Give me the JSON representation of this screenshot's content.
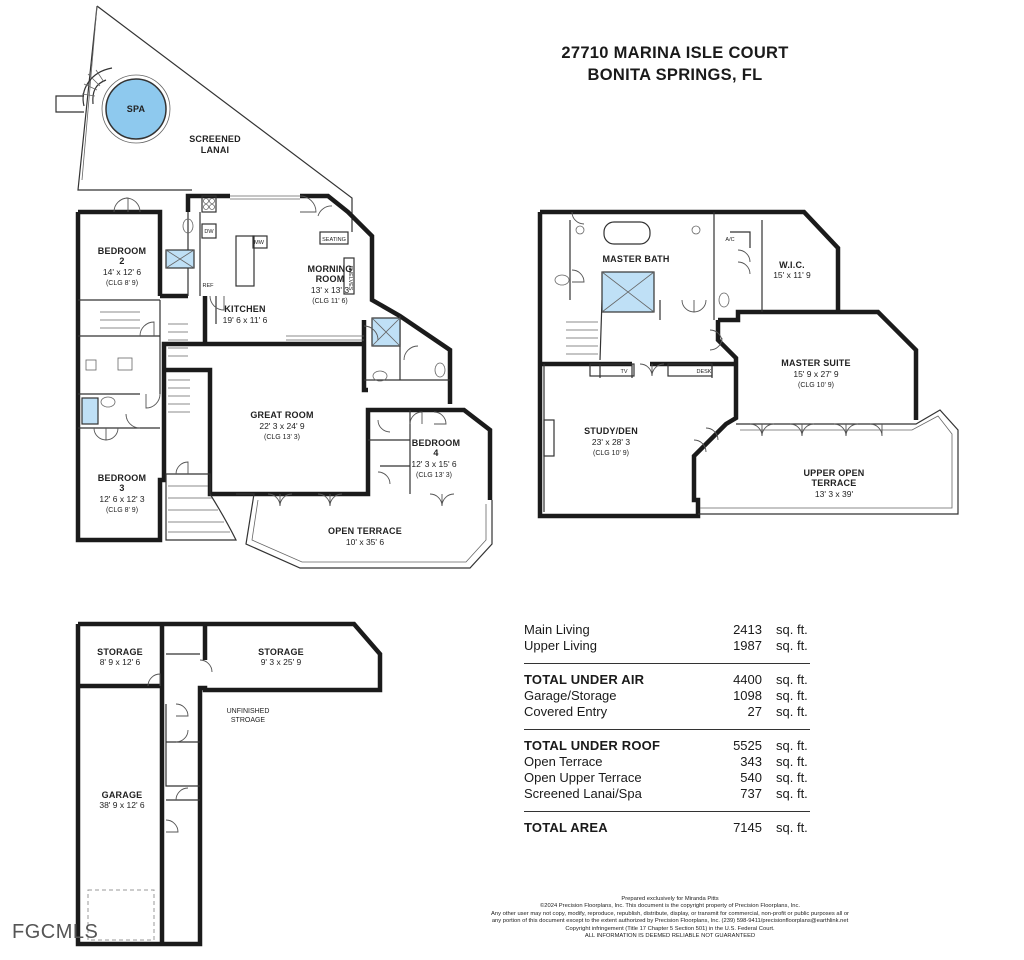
{
  "address": {
    "line1": "27710 MARINA ISLE COURT",
    "line2": "BONITA SPRINGS, FL"
  },
  "rooms": {
    "spa": {
      "name": "SPA"
    },
    "screened_lanai": {
      "name1": "SCREENED",
      "name2": "LANAI"
    },
    "bedroom2": {
      "name1": "BEDROOM",
      "name2": "2",
      "dims": "14' x 12' 6",
      "ceiling": "(CLG 8' 9)"
    },
    "kitchen": {
      "name": "KITCHEN",
      "dims": "19' 6 x 11' 6"
    },
    "morning_room": {
      "name1": "MORNING",
      "name2": "ROOM",
      "dims": "13' x 13' 3",
      "ceiling": "(CLG 11' 6)"
    },
    "great_room": {
      "name": "GREAT ROOM",
      "dims": "22' 3 x 24' 9",
      "ceiling": "(CLG 13' 3)"
    },
    "bedroom3": {
      "name1": "BEDROOM",
      "name2": "3",
      "dims": "12' 6 x 12' 3",
      "ceiling": "(CLG 8' 9)"
    },
    "bedroom4": {
      "name1": "BEDROOM",
      "name2": "4",
      "dims": "12' 3 x 15' 6",
      "ceiling": "(CLG 13' 3)"
    },
    "open_terrace": {
      "name": "OPEN TERRACE",
      "dims": "10' x 35' 6"
    },
    "master_bath": {
      "name": "MASTER BATH"
    },
    "wic": {
      "name": "W.I.C.",
      "dims": "15' x 11' 9"
    },
    "master_suite": {
      "name": "MASTER SUITE",
      "dims": "15' 9 x 27' 9",
      "ceiling": "(CLG 10' 9)"
    },
    "study": {
      "name": "STUDY/DEN",
      "dims": "23' x 28' 3",
      "ceiling": "(CLG 10' 9)"
    },
    "upper_terrace": {
      "name1": "UPPER OPEN",
      "name2": "TERRACE",
      "dims": "13' 3 x 39'"
    },
    "storage1": {
      "name": "STORAGE",
      "dims": "8' 9 x 12' 6"
    },
    "storage2": {
      "name": "STORAGE",
      "dims": "9' 3 x 25' 9"
    },
    "unfinished": {
      "name1": "UNFINISHED",
      "name2": "STROAGE"
    },
    "garage": {
      "name": "GARAGE",
      "dims": "38' 9 x 12' 6"
    }
  },
  "fixtures": {
    "mw": "MW",
    "seating": "SEATING",
    "ref": "REF",
    "dw": "DW",
    "ac": "A/C",
    "tv": "TV",
    "desk": "DESK",
    "shelves": "SHELVES"
  },
  "sqft_table": {
    "unit": "sq. ft.",
    "group1": [
      {
        "label": "Main Living",
        "value": "2413"
      },
      {
        "label": "Upper Living",
        "value": "1987"
      }
    ],
    "group2": [
      {
        "label": "TOTAL UNDER AIR",
        "value": "4400",
        "bold": true
      },
      {
        "label": "Garage/Storage",
        "value": "1098"
      },
      {
        "label": "Covered Entry",
        "value": "27"
      }
    ],
    "group3": [
      {
        "label": "TOTAL UNDER ROOF",
        "value": "5525",
        "bold": true
      },
      {
        "label": "Open Terrace",
        "value": "343"
      },
      {
        "label": "Open Upper Terrace",
        "value": "540"
      },
      {
        "label": "Screened Lanai/Spa",
        "value": "737"
      }
    ],
    "group4": [
      {
        "label": "TOTAL AREA",
        "value": "7145",
        "bold": true
      }
    ]
  },
  "footer": {
    "line1": "Prepared exclusively for Miranda Pitts",
    "line2": "©2024 Precision Floorplans, Inc.  This document is the copyright property of Precision Floorplans, Inc.",
    "line3": "Any other user may not copy, modify, reproduce, republish, distribute, display, or transmit for commercial, non-profit or public purposes all or",
    "line4": "any portion of this document except to the extent authorized by Precision Floorplans, Inc. (239) 598-9411/precisionfloorplans@earthlink.net",
    "line5": "Copyright infringement (Title 17 Chapter 5 Section 501) in the U.S. Federal Court.",
    "line6": "ALL INFORMATION IS DEEMED RELIABLE NOT GUARANTEED"
  },
  "brand": {
    "text": "FGCMLS"
  },
  "colors": {
    "wall": "#1b1b1b",
    "spa": "#8ec9ee",
    "glass": "#bfe0f6",
    "background": "#ffffff"
  }
}
